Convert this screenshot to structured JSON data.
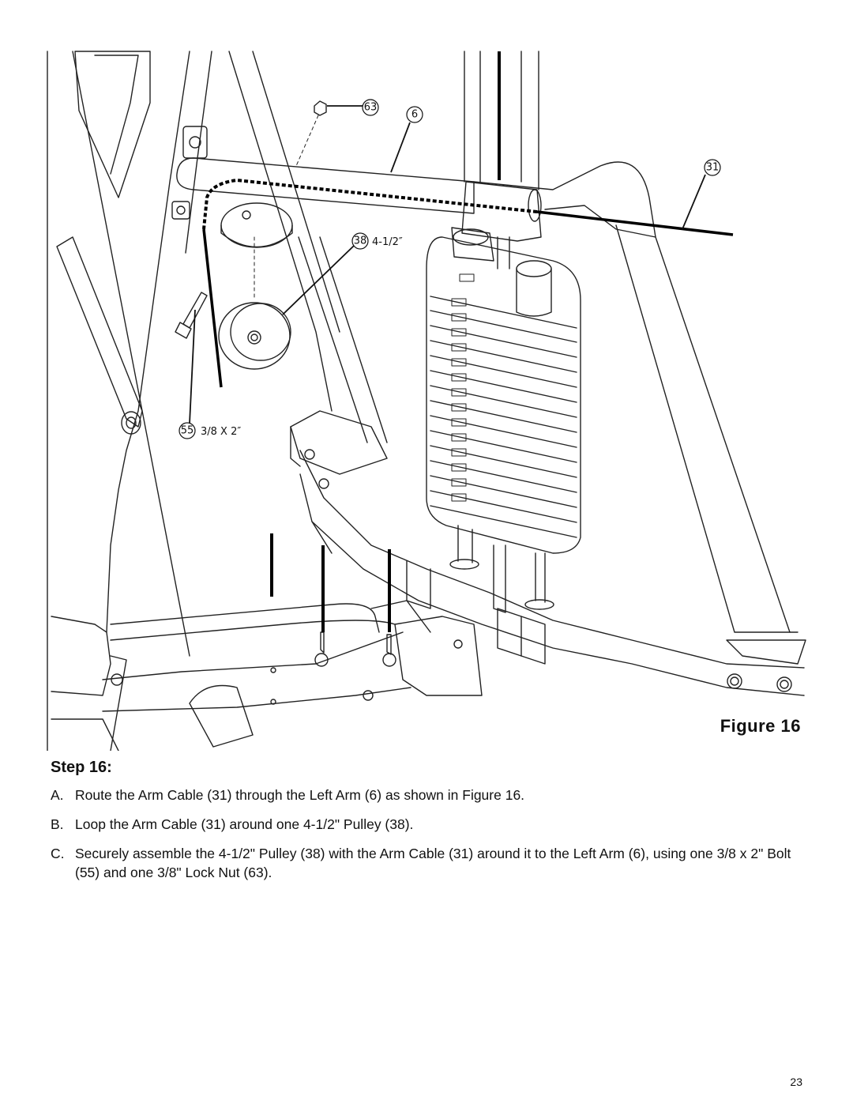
{
  "figure": {
    "caption": "Figure 16",
    "callouts": [
      {
        "number": "63",
        "size": ""
      },
      {
        "number": "6",
        "size": ""
      },
      {
        "number": "31",
        "size": ""
      },
      {
        "number": "38",
        "size": "4-1/2″"
      },
      {
        "number": "55",
        "size": "3/8 X 2″"
      }
    ]
  },
  "step": {
    "heading": "Step 16:",
    "items": [
      {
        "letter": "A.",
        "text": "Route the Arm Cable (31) through the Left Arm (6) as shown in Figure 16."
      },
      {
        "letter": "B.",
        "text": "Loop the Arm Cable (31) around one 4-1/2\" Pulley (38)."
      },
      {
        "letter": "C.",
        "text": "Securely assemble the 4-1/2\" Pulley (38) with the Arm Cable (31) around it to the Left Arm (6), using one 3/8 x 2\" Bolt (55) and one 3/8\" Lock Nut (63)."
      }
    ]
  },
  "page_number": "23"
}
